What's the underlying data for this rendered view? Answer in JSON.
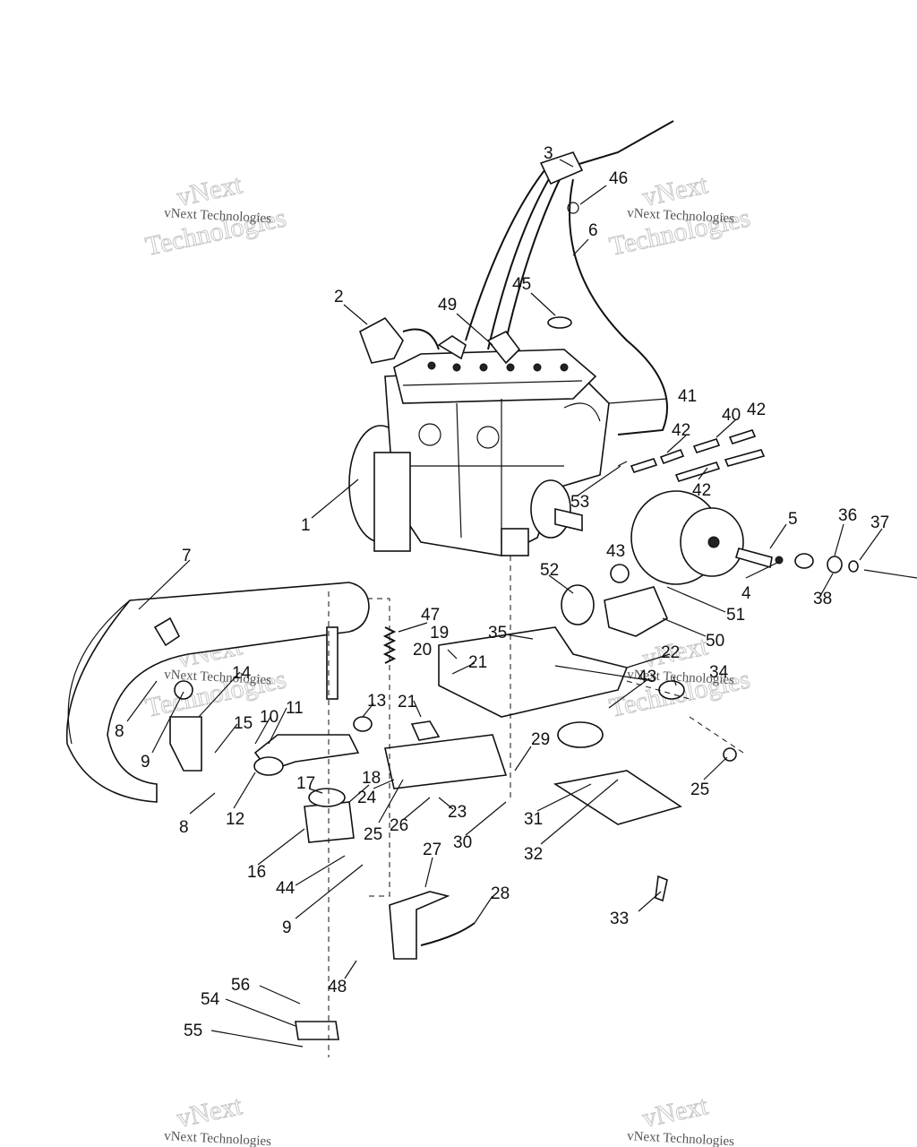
{
  "watermark": {
    "line1": "vNext Technologies",
    "line2": "vNext",
    "line3": "Technologies"
  },
  "part_labels": [
    "1",
    "2",
    "3",
    "4",
    "5",
    "6",
    "7",
    "8",
    "8",
    "9",
    "9",
    "10",
    "11",
    "12",
    "13",
    "14",
    "15",
    "16",
    "17",
    "18",
    "19",
    "20",
    "21",
    "21",
    "22",
    "23",
    "24",
    "25",
    "25",
    "26",
    "27",
    "28",
    "29",
    "30",
    "31",
    "32",
    "33",
    "34",
    "35",
    "36",
    "37",
    "38",
    "40",
    "41",
    "42",
    "42",
    "42",
    "43",
    "43",
    "44",
    "45",
    "46",
    "47",
    "48",
    "49",
    "50",
    "51",
    "52",
    "53",
    "54",
    "55",
    "56"
  ]
}
